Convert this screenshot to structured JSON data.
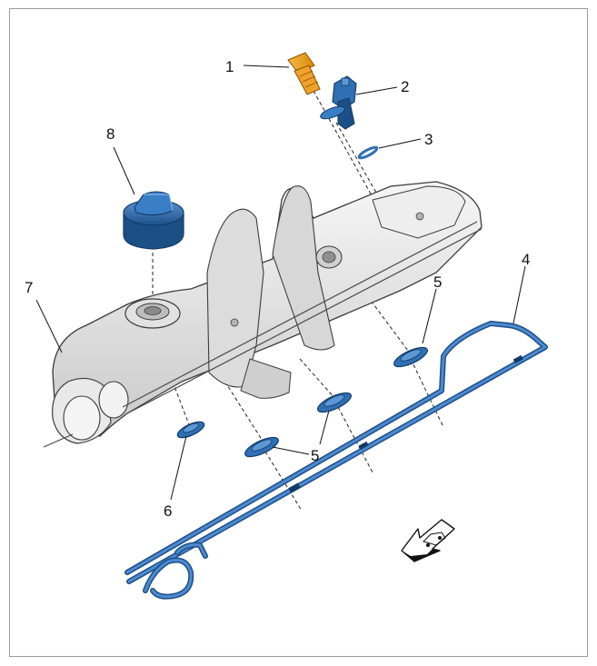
{
  "callouts": {
    "c1": "1",
    "c2": "2",
    "c3": "3",
    "c4": "4",
    "c5a": "5",
    "c5b": "5",
    "c6": "6",
    "c7": "7",
    "c8": "8"
  },
  "colors": {
    "part_blue": "#2f6fb3",
    "part_blue_dark": "#1d4f87",
    "part_blue_light": "#5d97d4",
    "bolt_orange": "#f5a623",
    "cover_grey": "#e6e6e6",
    "frame_grey": "#9a9a9a"
  },
  "icons": {
    "direction": "front-of-vehicle-arrow-icon"
  }
}
